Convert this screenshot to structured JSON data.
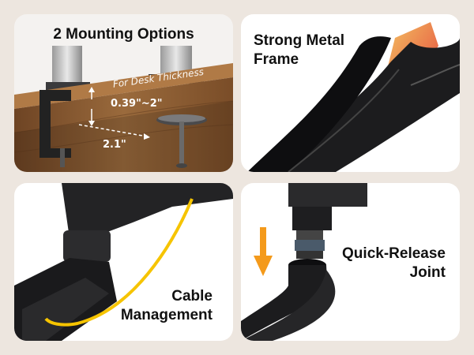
{
  "panels": {
    "mounting": {
      "title": "2 Mounting Options",
      "desk_label": "For Desk Thickness",
      "thickness_range": "0.39\"~2\"",
      "offset": "2.1\""
    },
    "frame": {
      "title_line1": "Strong Metal",
      "title_line2": "Frame"
    },
    "cable": {
      "title_line1": "Cable",
      "title_line2": "Management"
    },
    "joint": {
      "title_line1": "Quick-Release",
      "title_line2": "Joint"
    }
  },
  "colors": {
    "background": "#ede6df",
    "wood": "#8a5a30",
    "metal_black": "#1c1c1e",
    "cable_yellow": "#f6c400",
    "arrow_orange": "#f49a1b"
  }
}
